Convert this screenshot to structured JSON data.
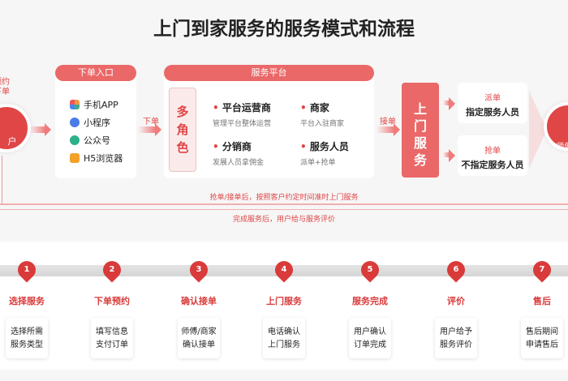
{
  "title": "上门到家服务的服务模式和流程",
  "user": {
    "top_label_1": "预约",
    "top_label_2": "下单",
    "label": "户"
  },
  "entry": {
    "header": "下单入口",
    "channels": [
      {
        "label": "手机APP",
        "icon": "app-grid-icon"
      },
      {
        "label": "小程序",
        "icon": "mini-program-icon"
      },
      {
        "label": "公众号",
        "icon": "official-account-icon"
      },
      {
        "label": "H5浏览器",
        "icon": "h5-icon"
      }
    ]
  },
  "arrow_order": "下单",
  "platform": {
    "header": "服务平台",
    "multi_role": "多角色",
    "roles": [
      {
        "name": "平台运营商",
        "desc": "管理平台整体运营"
      },
      {
        "name": "商家",
        "desc": "平台入驻商家"
      },
      {
        "name": "分销商",
        "desc": "发展人员拿佣金"
      },
      {
        "name": "服务人员",
        "desc": "派单+抢单"
      }
    ]
  },
  "arrow_accept": "接单",
  "onsite": "上门服务",
  "dispatch": [
    {
      "tag": "派单",
      "label": "指定服务人员"
    },
    {
      "tag": "抢单",
      "label": "不指定服务人员"
    }
  ],
  "provider": {
    "label": "/师傅"
  },
  "notes": [
    "抢单/接单后，按照客户约定时间准时上门服务",
    "完成服务后，用户给与服务评价"
  ],
  "steps": [
    {
      "num": "1",
      "title": "选择服务",
      "l1": "选择所需",
      "l2": "服务类型"
    },
    {
      "num": "2",
      "title": "下单预约",
      "l1": "填写信息",
      "l2": "支付订单"
    },
    {
      "num": "3",
      "title": "确认接单",
      "l1": "师傅/商家",
      "l2": "确认接单"
    },
    {
      "num": "4",
      "title": "上门服务",
      "l1": "电话确认",
      "l2": "上门服务"
    },
    {
      "num": "5",
      "title": "服务完成",
      "l1": "用户确认",
      "l2": "订单完成"
    },
    {
      "num": "6",
      "title": "评价",
      "l1": "用户给予",
      "l2": "服务评价"
    },
    {
      "num": "7",
      "title": "售后",
      "l1": "售后期间",
      "l2": "申请售后"
    }
  ],
  "colors": {
    "accent": "#e04646",
    "pill": "#ea6868"
  }
}
